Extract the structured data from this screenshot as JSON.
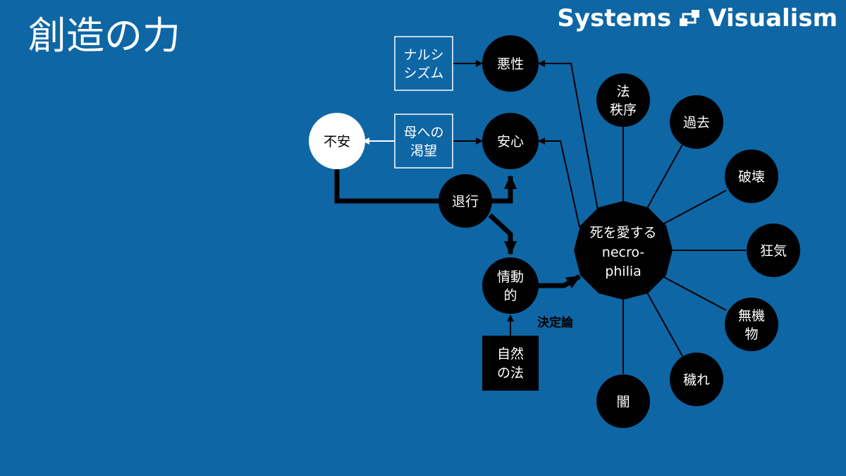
{
  "header": {
    "title": "創造の力",
    "brand": "Systems",
    "brand2": "Visualism",
    "brand_icon": "flowchart-icon"
  },
  "nodes": {
    "evil": "悪性",
    "narcissism": [
      "ナルシ",
      "シズム"
    ],
    "anxiety": "不安",
    "mother_longing": [
      "母への",
      "渇望"
    ],
    "relief": "安心",
    "regression": "退行",
    "emotional": [
      "情動",
      "的"
    ],
    "natural_law": [
      "自然",
      "の法"
    ],
    "necrophilia": [
      "死を愛する",
      "necro-",
      "philia"
    ],
    "law_order": [
      "法",
      "秩序"
    ],
    "past": "過去",
    "destruction": "破壊",
    "madness": "狂気",
    "inorganic": [
      "無機",
      "物"
    ],
    "impurity": "穢れ",
    "darkness": "闇"
  },
  "labels": {
    "determinism": "決定論"
  },
  "colors": {
    "background": "#0e66a5",
    "node_dark": "#000000",
    "node_light": "#ffffff",
    "line": "#000000",
    "box_border": "#ffffff"
  }
}
